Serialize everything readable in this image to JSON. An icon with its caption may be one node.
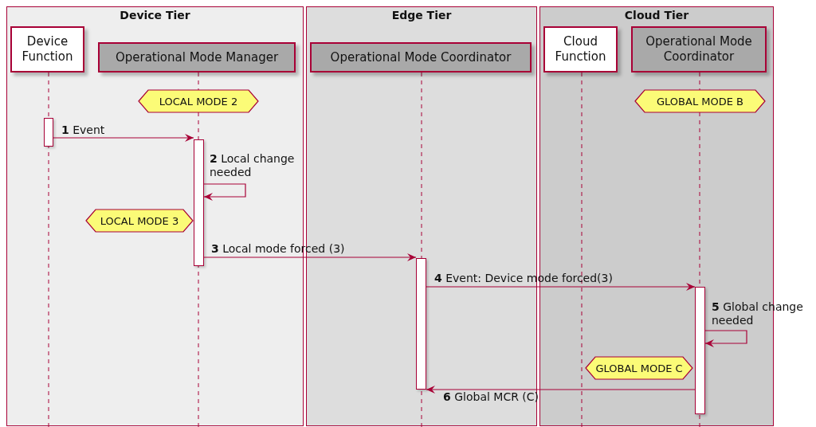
{
  "diagram": {
    "nodes": [
      {
        "text": [
          "Device Tier"
        ]
      },
      {
        "text": [
          "Device Function"
        ],
        "in": 0
      },
      {
        "text": [
          "Operational Mode Manager"
        ],
        "in": 0
      },
      {
        "text": [
          "LOCAL MODE 2"
        ],
        "in": 0
      },
      {
        "text": [],
        "shape": "bar",
        "in": 0
      },
      {
        "text": [],
        "shape": "bar",
        "in": 0
      },
      {
        "text": [
          "LOCAL MODE 3"
        ],
        "in": 0
      },
      {
        "text": [
          "Edge Tier"
        ]
      },
      {
        "text": [
          "Operational Mode Coordinator"
        ],
        "in": 7
      },
      {
        "text": [],
        "shape": "bar",
        "in": 7
      },
      {
        "text": [
          "Cloud Tier"
        ]
      },
      {
        "text": [
          "Cloud Function"
        ],
        "in": 10
      },
      {
        "text": [
          "Operational Mode Coordinator"
        ],
        "in": 10
      },
      {
        "text": [
          "GLOBAL MODE B"
        ],
        "in": 10
      },
      {
        "text": [],
        "shape": "bar",
        "in": 10
      },
      {
        "text": [
          "GLOBAL MODE C"
        ],
        "in": 10
      }
    ],
    "edges": [
      {
        "from": 4,
        "to": 5,
        "arrow": "to",
        "label": "**1** Event"
      },
      {
        "from": 5,
        "to": 5,
        "arrow": "to",
        "label": "**2** Local change needed"
      },
      {
        "from": 5,
        "to": 9,
        "arrow": "to",
        "label": "**3** Local mode forced (3)"
      },
      {
        "from": 9,
        "to": 14,
        "arrow": "to",
        "label": "**4** Event: Device mode forced(3)"
      },
      {
        "from": 14,
        "to": 14,
        "arrow": "to",
        "label": "**5** Global change needed"
      },
      {
        "from": 14,
        "to": 9,
        "arrow": "to",
        "label": "**6** Global MCR (C)"
      }
    ]
  }
}
